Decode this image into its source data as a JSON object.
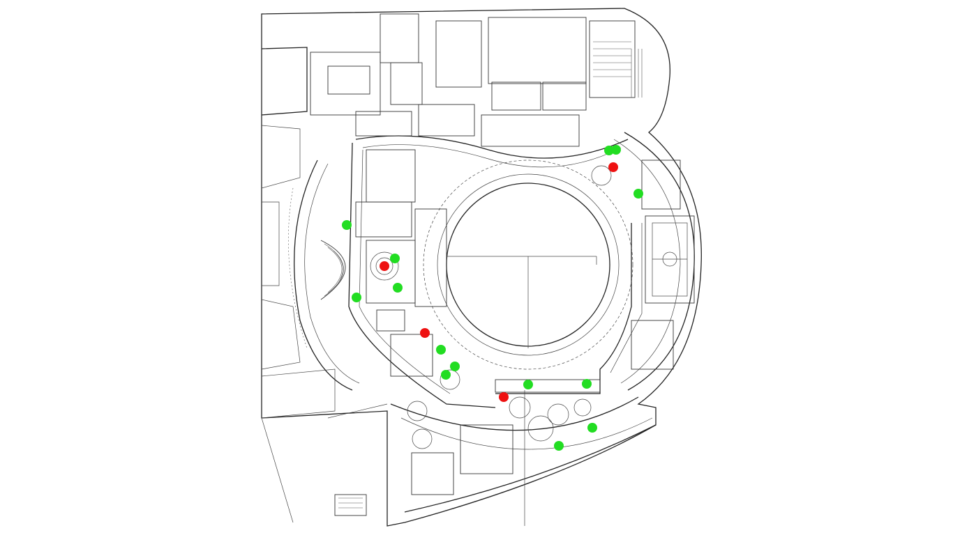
{
  "plan": {
    "type": "architectural floor plan",
    "colors": {
      "ok": "#22dd22",
      "alert": "#ee1111",
      "line": "#222222",
      "background": "#ffffff"
    }
  },
  "markers": [
    {
      "status": "ok"
    },
    {
      "status": "ok"
    },
    {
      "status": "ok"
    },
    {
      "status": "ok"
    },
    {
      "status": "ok"
    },
    {
      "status": "ok"
    },
    {
      "status": "ok"
    },
    {
      "status": "ok"
    },
    {
      "status": "ok"
    },
    {
      "status": "ok"
    },
    {
      "status": "ok"
    },
    {
      "status": "ok"
    },
    {
      "status": "ok"
    },
    {
      "status": "ok"
    },
    {
      "status": "alert"
    },
    {
      "status": "alert"
    },
    {
      "status": "alert"
    },
    {
      "status": "alert"
    }
  ],
  "counts": {
    "ok": 14,
    "alert": 4
  }
}
